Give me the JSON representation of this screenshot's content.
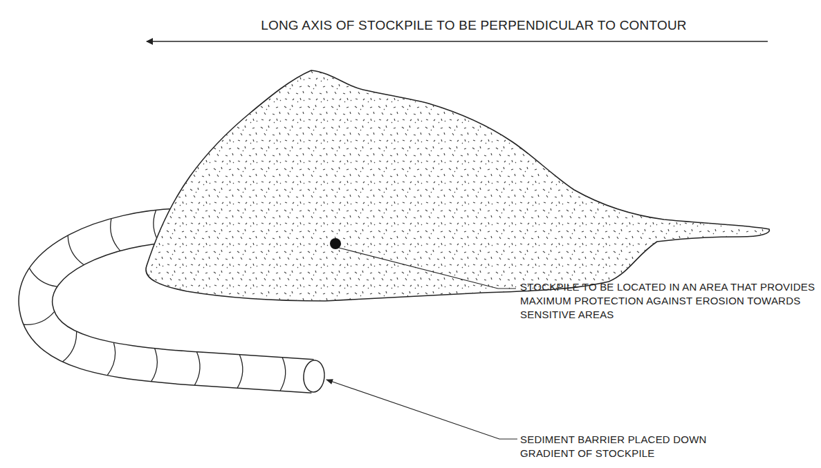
{
  "diagram": {
    "labels": [
      "LONG AXIS OF STOCKPILE TO BE PERPENDICULAR TO CONTOUR",
      "STOCKPILE TO BE LOCATED IN AN AREA THAT PROVIDES MAXIMUM PROTECTION AGAINST EROSION TOWARDS SENSITIVE AREAS",
      "SEDIMENT BARRIER PLACED DOWN GRADIENT OF STOCKPILE"
    ]
  }
}
